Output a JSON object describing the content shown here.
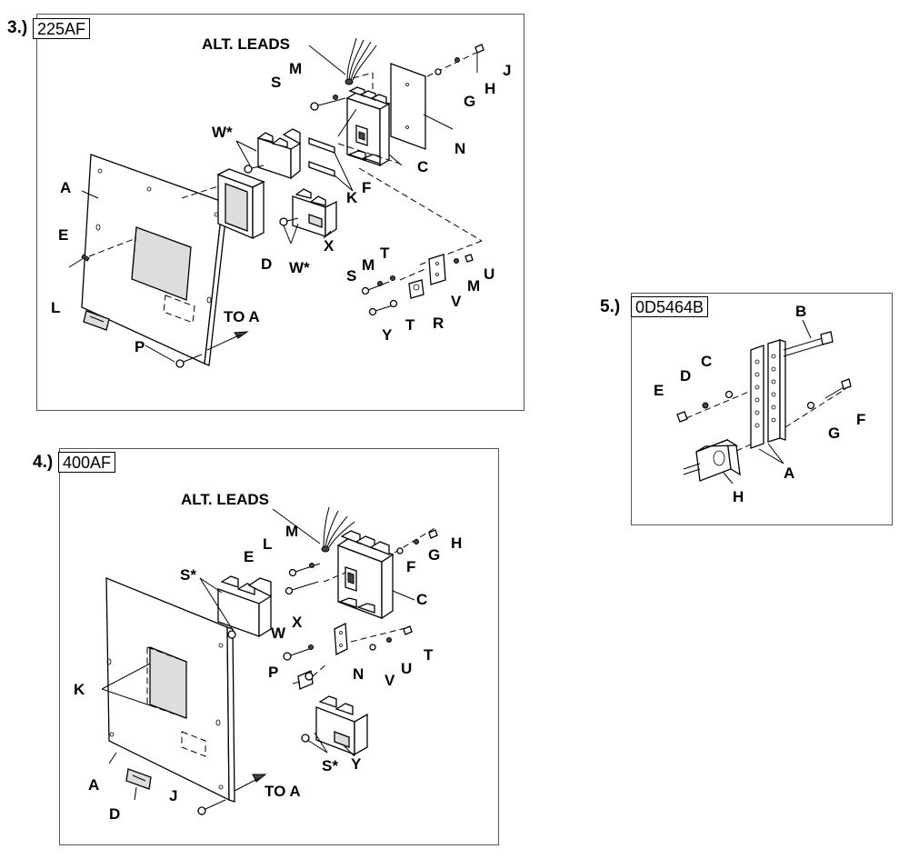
{
  "section3": {
    "number": "3.)",
    "tag": "225AF",
    "labels": {
      "alt_leads": "ALT. LEADS",
      "m1": "M",
      "s1": "S",
      "j": "J",
      "h": "H",
      "g": "G",
      "n": "N",
      "w1": "W*",
      "c": "C",
      "a": "A",
      "f": "F",
      "k": "K",
      "e": "E",
      "x": "X",
      "d": "D",
      "w2": "W*",
      "s2": "S",
      "m2": "M",
      "t1": "T",
      "u": "U",
      "v": "V",
      "l": "L",
      "to_a": "TO A",
      "y": "Y",
      "t2": "T",
      "r": "R",
      "p": "P"
    }
  },
  "section4": {
    "number": "4.)",
    "tag": "400AF",
    "labels": {
      "alt_leads": "ALT. LEADS",
      "m": "M",
      "l": "L",
      "h": "H",
      "g": "G",
      "f": "F",
      "e": "E",
      "s1": "S*",
      "c": "C",
      "w": "W",
      "x": "X",
      "t": "T",
      "u": "U",
      "v": "V",
      "p": "P",
      "n": "N",
      "k": "K",
      "s2": "S*",
      "y": "Y",
      "a": "A",
      "to_a": "TO A",
      "d": "D",
      "j": "J"
    }
  },
  "section5": {
    "number": "5.)",
    "tag": "0D5464B",
    "labels": {
      "b": "B",
      "c": "C",
      "d": "D",
      "e": "E",
      "g": "G",
      "f": "F",
      "a": "A",
      "h": "H"
    }
  }
}
